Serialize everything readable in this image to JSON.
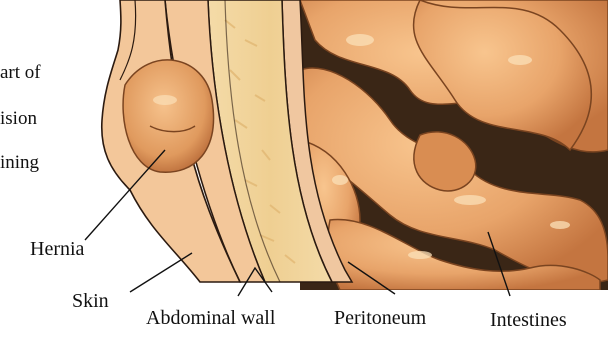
{
  "side_text": [
    "art of",
    "ision",
    "ining"
  ],
  "labels": {
    "hernia": "Hernia",
    "skin": "Skin",
    "abdominal_wall": "Abdominal wall",
    "peritoneum": "Peritoneum",
    "intestines": "Intestines"
  },
  "colors": {
    "skin_tone": "#f3c79a",
    "muscle": "#f1d49c",
    "intestine": "#e8a46a",
    "intestine_shadow": "#c87a45",
    "dark_interior": "#3a2616",
    "outline": "#2b1a10"
  }
}
